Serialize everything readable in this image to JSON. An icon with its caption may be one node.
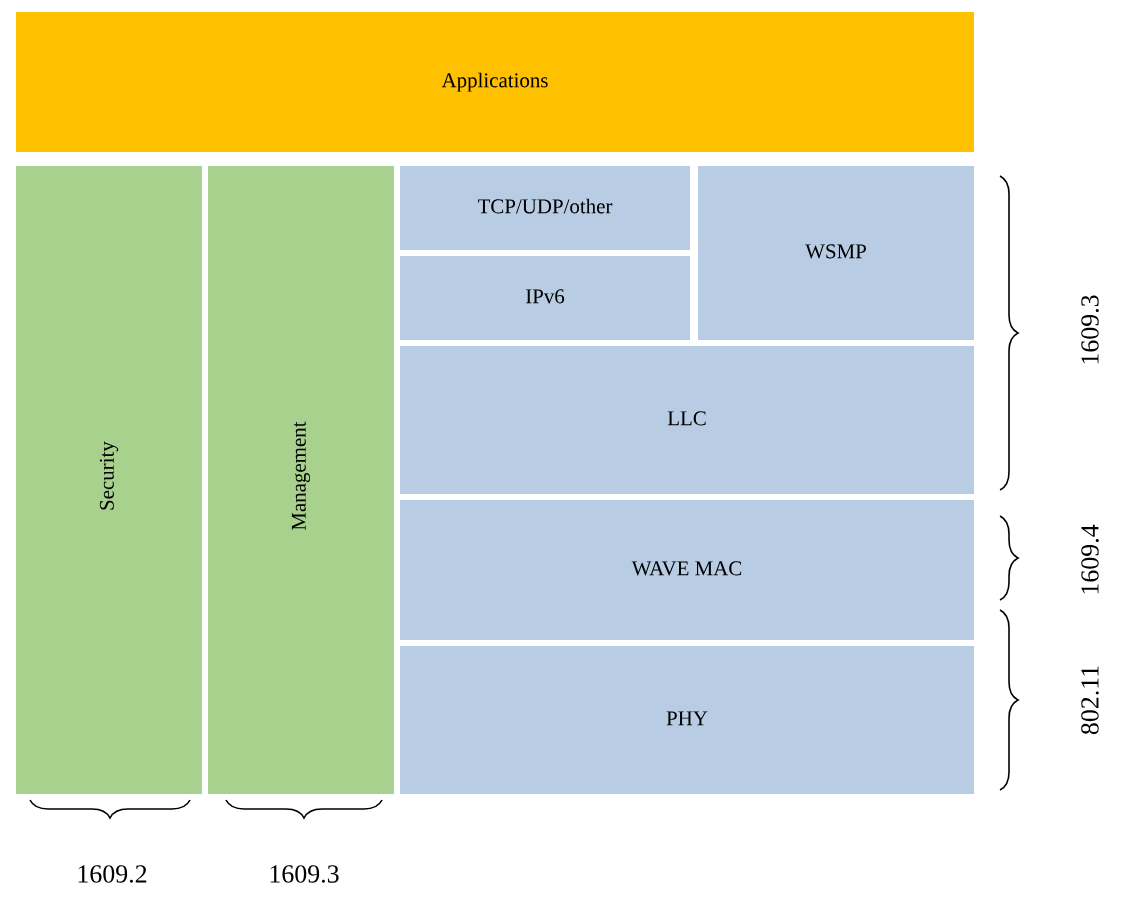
{
  "diagram": {
    "nodes": [
      {
        "text": [
          "Applications"
        ]
      },
      {
        "text": [
          "Security"
        ]
      },
      {
        "text": [
          "Management"
        ]
      },
      {
        "text": [
          "TCP/UDP/other"
        ]
      },
      {
        "text": [
          "IPv6"
        ]
      },
      {
        "text": [
          "WSMP"
        ]
      },
      {
        "text": [
          "LLC"
        ]
      },
      {
        "text": [
          "WAVE MAC"
        ]
      },
      {
        "text": [
          "PHY"
        ]
      }
    ],
    "labels": [
      "1609.3",
      "1609.4",
      "802.11",
      "1609.2",
      "1609.3"
    ]
  }
}
